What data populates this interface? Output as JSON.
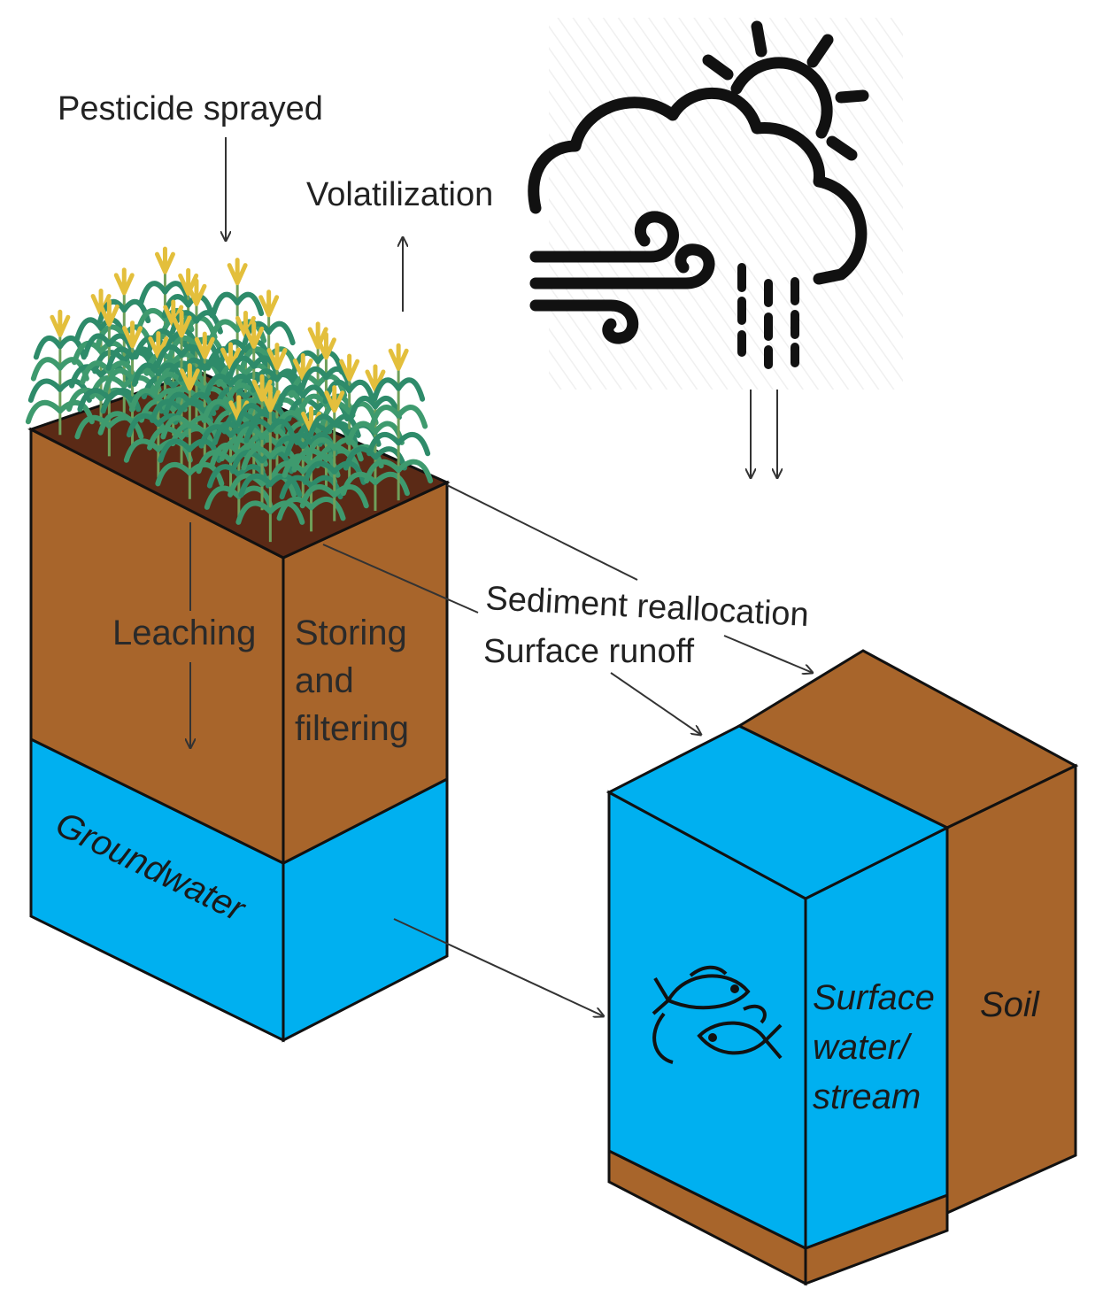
{
  "labels": {
    "pesticide_sprayed": "Pesticide sprayed",
    "volatilization": "Volatilization",
    "leaching": "Leaching",
    "storing_line1": "Storing",
    "storing_line2": "and",
    "storing_line3": "filtering",
    "groundwater": "Groundwater",
    "sediment_reallocation": "Sediment reallocation",
    "surface_runoff": "Surface runoff",
    "surface_line1": "Surface",
    "surface_line2": "water/",
    "surface_line3": "stream",
    "soil": "Soil"
  },
  "colors": {
    "soil": "#A8652B",
    "topsoil": "#5B2A16",
    "water": "#00B0F0",
    "outline": "#111111",
    "crop_leaf": "#3E9A6E",
    "crop_tassel": "#E3BF3C"
  },
  "icons": {
    "weather": "cloud-sun-wind-rain-icon",
    "fish": "fish-pair-icon",
    "crops": "corn-field-icon"
  }
}
